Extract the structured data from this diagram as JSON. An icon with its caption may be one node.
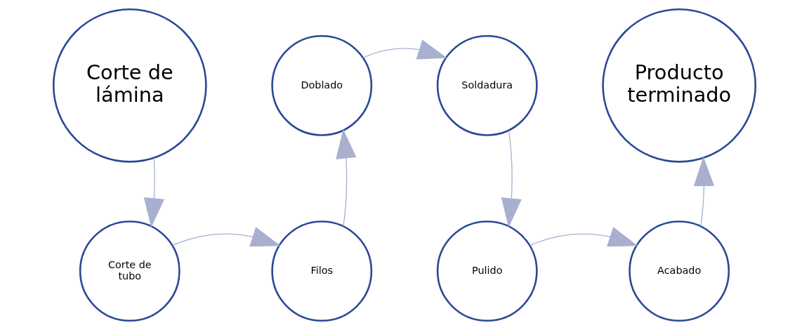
{
  "diagram": {
    "nodes": [
      {
        "text": [
          "Corte de lámina"
        ]
      },
      {
        "text": [
          "Doblado"
        ]
      },
      {
        "text": [
          "Soldadura"
        ]
      },
      {
        "text": [
          "Producto terminado"
        ]
      },
      {
        "text": [
          "Corte de tubo"
        ]
      },
      {
        "text": [
          "Filos"
        ]
      },
      {
        "text": [
          "Pulido"
        ]
      },
      {
        "text": [
          "Acabado"
        ]
      }
    ],
    "edges": [
      {
        "from": 0,
        "to": 4,
        "arrow": "to"
      },
      {
        "from": 4,
        "to": 5,
        "arrow": "to"
      },
      {
        "from": 5,
        "to": 1,
        "arrow": "to"
      },
      {
        "from": 1,
        "to": 2,
        "arrow": "to"
      },
      {
        "from": 2,
        "to": 6,
        "arrow": "to"
      },
      {
        "from": 6,
        "to": 7,
        "arrow": "to"
      },
      {
        "from": 7,
        "to": 3,
        "arrow": "to"
      }
    ]
  }
}
